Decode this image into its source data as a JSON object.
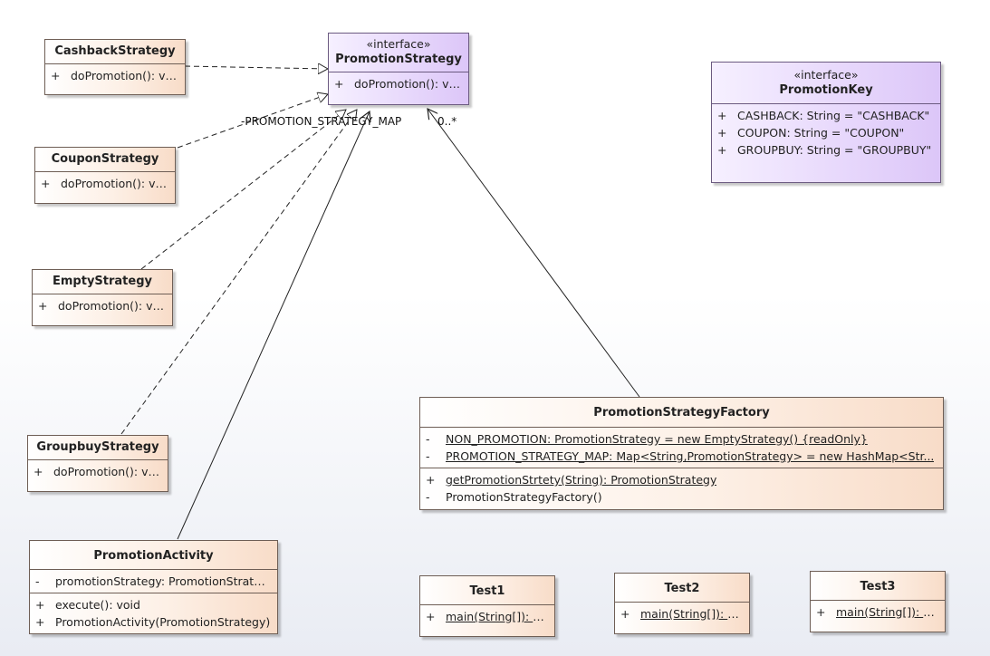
{
  "classes": {
    "cashback": {
      "name": "CashbackStrategy",
      "ops": [
        {
          "vis": "+",
          "text": "doPromotion(): void"
        }
      ]
    },
    "promotion_strategy": {
      "stereotype": "«interface»",
      "name": "PromotionStrategy",
      "ops": [
        {
          "vis": "+",
          "text": "doPromotion(): void"
        }
      ]
    },
    "coupon": {
      "name": "CouponStrategy",
      "ops": [
        {
          "vis": "+",
          "text": "doPromotion(): void"
        }
      ]
    },
    "empty": {
      "name": "EmptyStrategy",
      "ops": [
        {
          "vis": "+",
          "text": "doPromotion(): void"
        }
      ]
    },
    "groupbuy": {
      "name": "GroupbuyStrategy",
      "ops": [
        {
          "vis": "+",
          "text": "doPromotion(): void"
        }
      ]
    },
    "promotion_key": {
      "stereotype": "«interface»",
      "name": "PromotionKey",
      "attrs": [
        {
          "vis": "+",
          "text": "CASHBACK: String = \"CASHBACK\""
        },
        {
          "vis": "+",
          "text": "COUPON: String = \"COUPON\""
        },
        {
          "vis": "+",
          "text": "GROUPBUY: String = \"GROUPBUY\""
        }
      ]
    },
    "factory": {
      "name": "PromotionStrategyFactory",
      "attrs": [
        {
          "vis": "-",
          "text": "NON_PROMOTION: PromotionStrategy = new EmptyStrategy() {readOnly}"
        },
        {
          "vis": "-",
          "text": "PROMOTION_STRATEGY_MAP: Map<String,PromotionStrategy> = new HashMap<Str..."
        }
      ],
      "ops": [
        {
          "vis": "+",
          "text": "getPromotionStrtety(String): PromotionStrategy"
        },
        {
          "vis": "-",
          "text": "PromotionStrategyFactory()"
        }
      ]
    },
    "activity": {
      "name": "PromotionActivity",
      "attrs": [
        {
          "vis": "-",
          "text": "promotionStrategy: PromotionStrategy"
        }
      ],
      "ops": [
        {
          "vis": "+",
          "text": "execute(): void"
        },
        {
          "vis": "+",
          "text": "PromotionActivity(PromotionStrategy)"
        }
      ]
    },
    "test1": {
      "name": "Test1",
      "ops": [
        {
          "vis": "+",
          "text": "main(String[]): void"
        }
      ]
    },
    "test2": {
      "name": "Test2",
      "ops": [
        {
          "vis": "+",
          "text": "main(String[]): void"
        }
      ]
    },
    "test3": {
      "name": "Test3",
      "ops": [
        {
          "vis": "+",
          "text": "main(String[]): void"
        }
      ]
    }
  },
  "associations": {
    "map_role": "-PROMOTION_STRATEGY_MAP",
    "map_multiplicity": "0..*"
  }
}
